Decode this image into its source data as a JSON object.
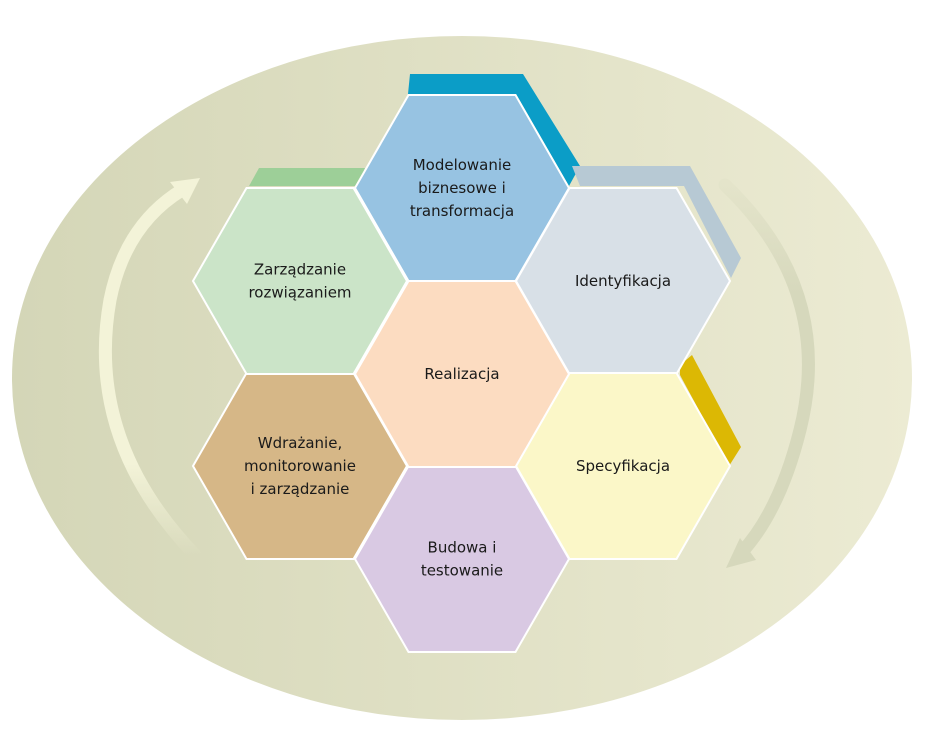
{
  "hexagons": [
    {
      "id": "modeling",
      "lines": [
        "Modelowanie",
        "biznesowe i",
        "transformacja"
      ],
      "fill": "#97c3e2",
      "accent": "#0b9dc7"
    },
    {
      "id": "identification",
      "lines": [
        "Identyfikacja"
      ],
      "fill": "#d8e0e7",
      "accent": "#b7c9d4"
    },
    {
      "id": "specification",
      "lines": [
        "Specyfikacja"
      ],
      "fill": "#fbf7c8",
      "accent": "#dcb804"
    },
    {
      "id": "build-test",
      "lines": [
        "Budowa i",
        "testowanie"
      ],
      "fill": "#d9c9e3",
      "accent": ""
    },
    {
      "id": "deploy",
      "lines": [
        "Wdrażanie,",
        "monitorowanie",
        "i zarządzanie"
      ],
      "fill": "#d6b787",
      "accent": ""
    },
    {
      "id": "solution-mgmt",
      "lines": [
        "Zarządzanie",
        "rozwiązaniem"
      ],
      "fill": "#cbe4c8",
      "accent": "#9dcf98"
    },
    {
      "id": "realization",
      "lines": [
        "Realizacja"
      ],
      "fill": "#fcdcc1",
      "accent": ""
    }
  ],
  "colors": {
    "background_ellipse_left": "#d4d6b7",
    "background_ellipse_right": "#ecebd3",
    "arrow_left": "#f3f3d8",
    "arrow_right": "#d6d8bc"
  }
}
